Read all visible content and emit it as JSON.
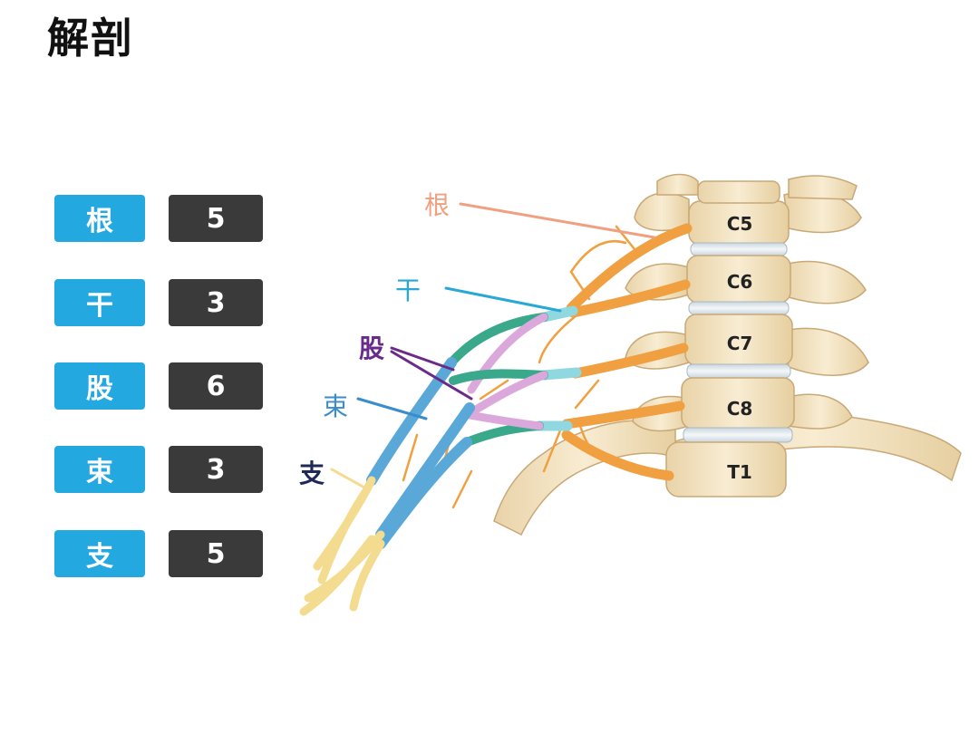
{
  "title": "解剖",
  "legend": [
    {
      "term": "根",
      "count": "5"
    },
    {
      "term": "干",
      "count": "3"
    },
    {
      "term": "股",
      "count": "6"
    },
    {
      "term": "束",
      "count": "3"
    },
    {
      "term": "支",
      "count": "5"
    }
  ],
  "diagram_labels": {
    "roots": "根",
    "trunks": "干",
    "divisions": "股",
    "cords": "束",
    "branches": "支"
  },
  "vertebra_labels": [
    "C5",
    "C6",
    "C7",
    "C8",
    "T1"
  ],
  "colors": {
    "term_box": "#23a8e0",
    "count_box": "#3a3a3a",
    "root_nerve": "#f0a040",
    "trunk_nerve": "#8fd8e0",
    "division_nerve": "#dba8dc",
    "cord_nerve": "#5aa8d8",
    "branch_nerve": "#f3dc90",
    "bone": "#f3e3c3",
    "label_root": "#f0a080",
    "label_trunk": "#29a8d6",
    "label_division": "#6a2a8a",
    "label_cord": "#3b8ccc",
    "label_branch": "#1e2a55"
  }
}
